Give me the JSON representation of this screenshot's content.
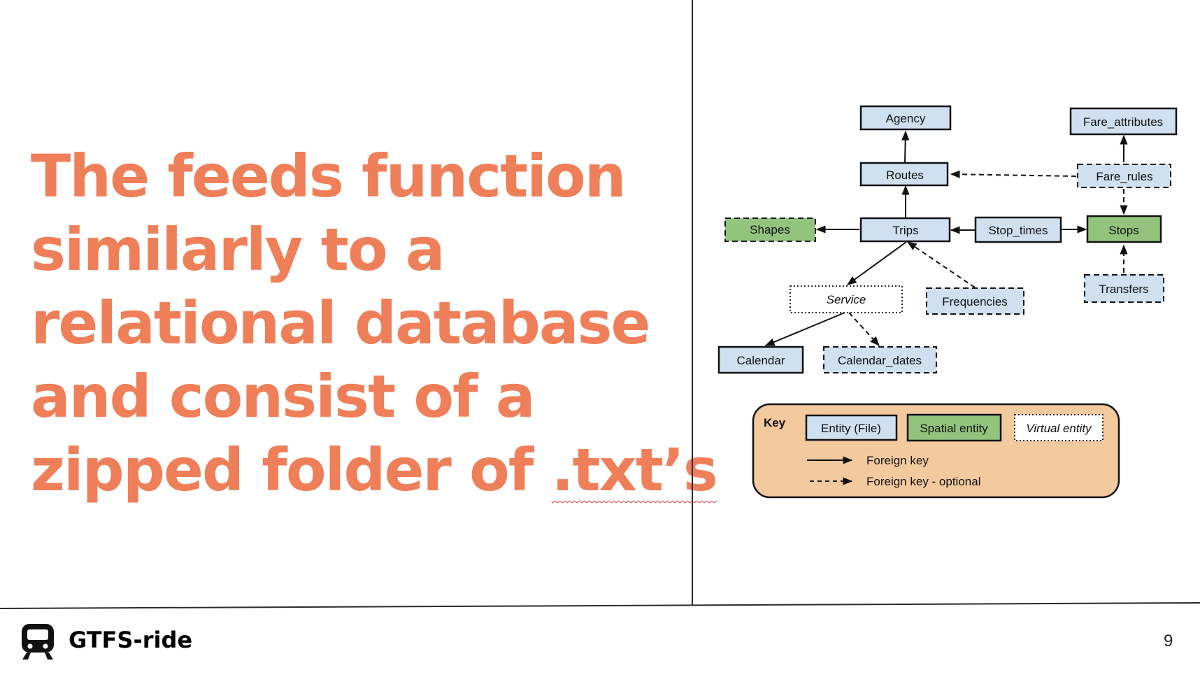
{
  "headline_lines": [
    "The feeds function",
    "similarly to a",
    "relational database",
    "and consist of a",
    "zipped folder of .txt’s"
  ],
  "headline_last_line": {
    "before": "zipped folder of ",
    "flagged": ".txt’s"
  },
  "colors": {
    "headline": "#ef7f59",
    "entity_fill": "#cfe0f1",
    "spatial_fill": "#92c47d",
    "key_fill": "#f3c99e",
    "spellcheck": "#d83a3a"
  },
  "diagram": {
    "entities": {
      "agency": "Agency",
      "fare_attributes": "Fare_attributes",
      "routes": "Routes",
      "fare_rules": "Fare_rules",
      "shapes": "Shapes",
      "trips": "Trips",
      "stop_times": "Stop_times",
      "stops": "Stops",
      "service": "Service",
      "frequencies": "Frequencies",
      "transfers": "Transfers",
      "calendar": "Calendar",
      "calendar_dates": "Calendar_dates"
    },
    "key": {
      "title": "Key",
      "entity_file": "Entity (File)",
      "spatial_entity": "Spatial entity",
      "virtual_entity": "Virtual entity",
      "foreign_key": "Foreign key",
      "foreign_key_optional": "Foreign key - optional"
    }
  },
  "footer": {
    "brand": "GTFS-ride",
    "logo_icon": "train-icon",
    "page_number": "9"
  }
}
